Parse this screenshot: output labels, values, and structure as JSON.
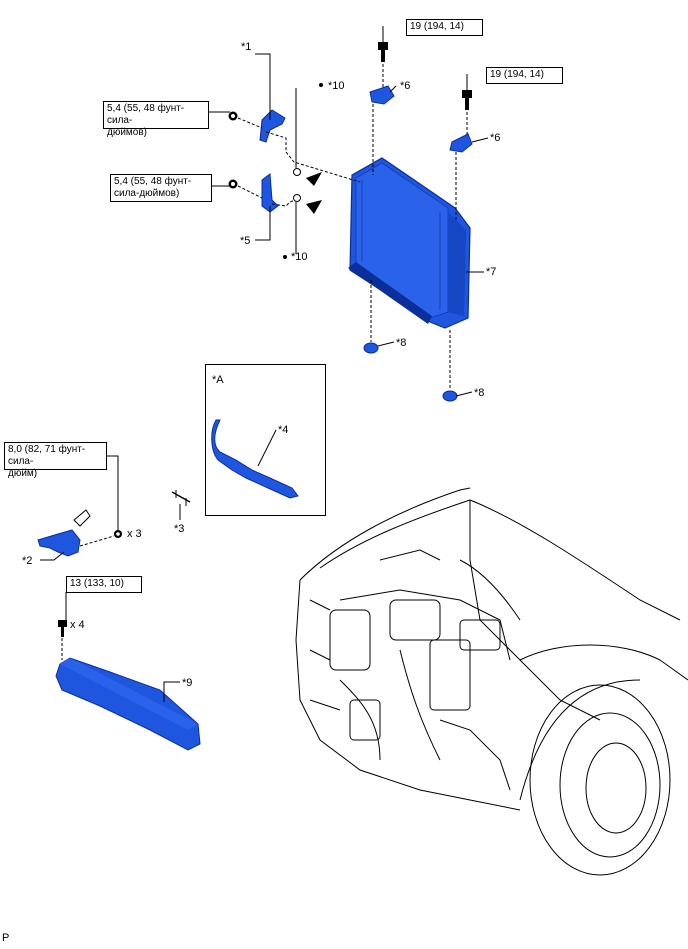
{
  "callouts": {
    "c1": "*1",
    "c2": "*2",
    "c3": "*3",
    "c4": "*4",
    "c5": "*5",
    "c6a": "*6",
    "c6b": "*6",
    "c7": "*7",
    "c8a": "*8",
    "c8b": "*8",
    "c9": "*9",
    "c10a": "*10",
    "c10b": "*10",
    "inset": "*A"
  },
  "torque": {
    "t1": "19 (194, 14)",
    "t2": "19 (194, 14)",
    "t3_line1": "5,4 (55, 48 фунт-сила-",
    "t3_line2": "дюймов)",
    "t4_line1": "5,4 (55, 48 фунт-",
    "t4_line2": "сила-дюймов)",
    "t5_line1": "8,0 (82, 71 фунт-сила-",
    "t5_line2": "дюйм)",
    "t6": "13 (133, 10)"
  },
  "quantities": {
    "q1": "x 3",
    "q2": "x 4"
  },
  "colors": {
    "part_blue": "#1f56e0",
    "part_dark": "#0a2f9a",
    "line": "#000000"
  },
  "footer": "P"
}
